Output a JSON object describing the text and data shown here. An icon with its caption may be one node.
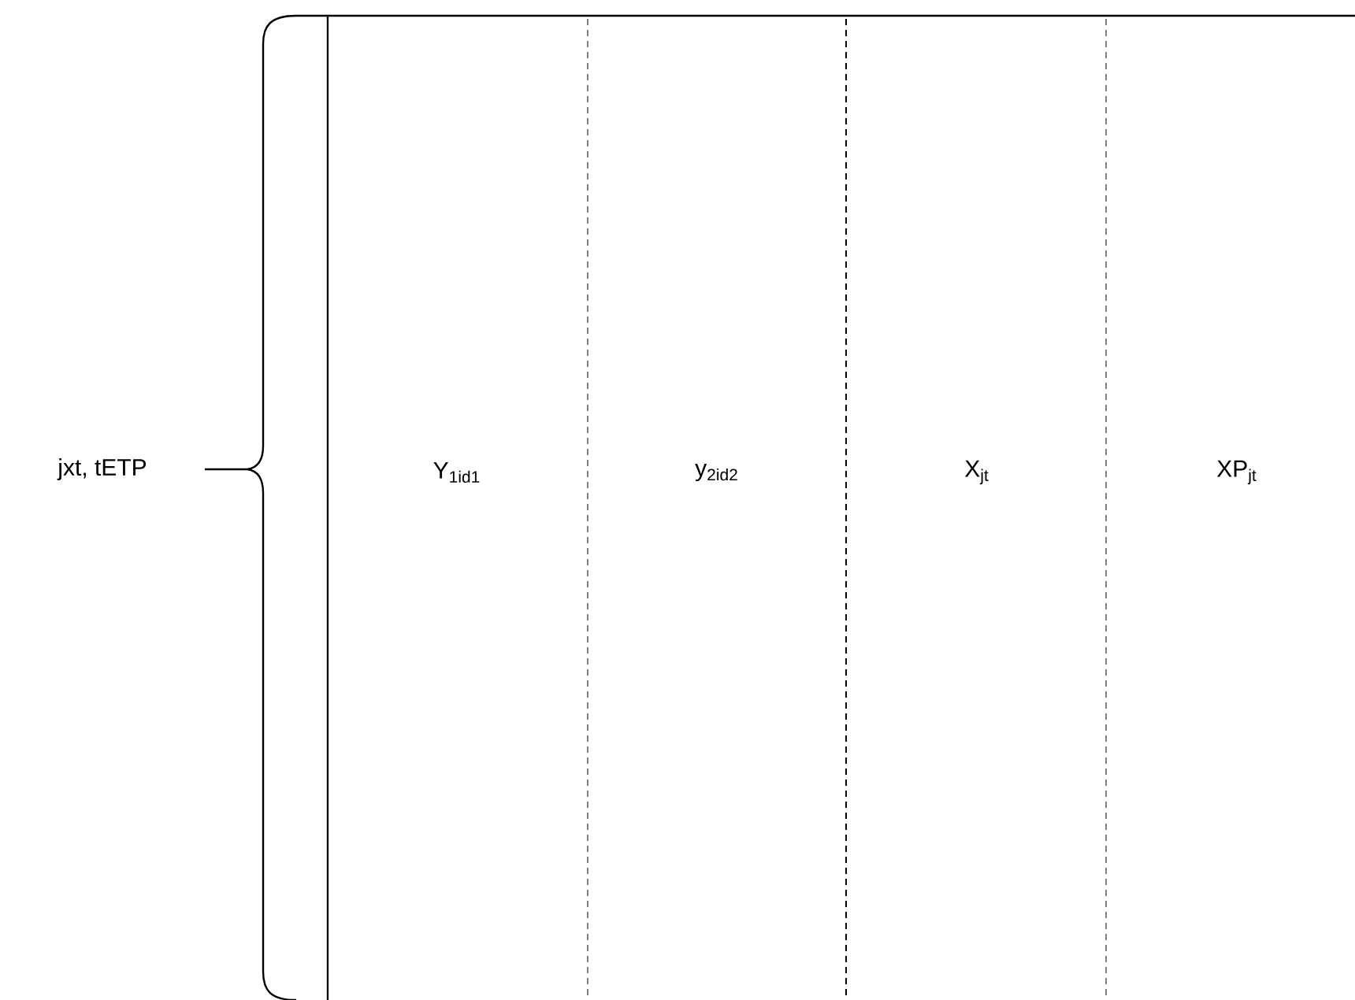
{
  "diagram": {
    "labels": [
      "jxt, tETP",
      "Y$_{1id1}$",
      "y$_{2id2}$",
      "X$_{jt}$",
      "XP$_{jt}$"
    ]
  }
}
